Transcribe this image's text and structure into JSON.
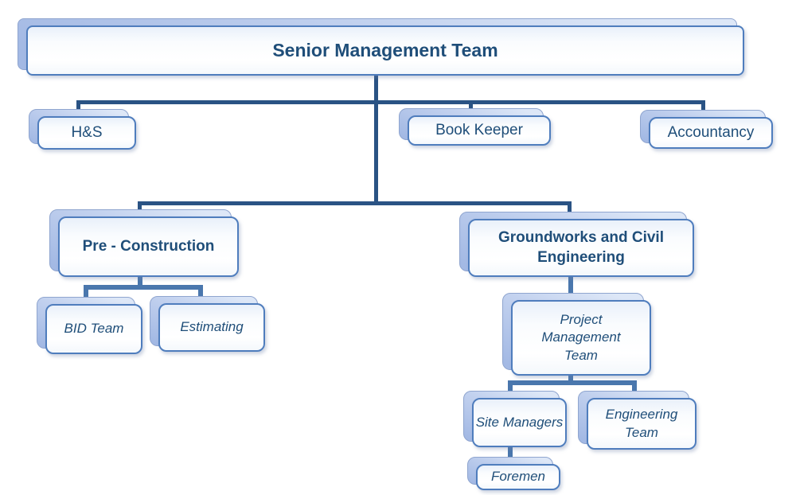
{
  "org_chart": {
    "type": "org-chart",
    "nodes": {
      "smt": {
        "label": "Senior Management Team",
        "parent": null
      },
      "hs": {
        "label": "H&S",
        "parent": "smt"
      },
      "book_keeper": {
        "label": "Book Keeper",
        "parent": "smt"
      },
      "accountancy": {
        "label": "Accountancy",
        "parent": "smt"
      },
      "pre_construction": {
        "label": "Pre - Construction",
        "parent": "smt"
      },
      "groundworks": {
        "label": "Groundworks and Civil Engineering",
        "parent": "smt"
      },
      "bid_team": {
        "label": "BID Team",
        "parent": "pre_construction"
      },
      "estimating": {
        "label": "Estimating",
        "parent": "pre_construction"
      },
      "project_management": {
        "label": "Project Management Team",
        "parent": "groundworks"
      },
      "site_managers": {
        "label": "Site Managers",
        "parent": "project_management"
      },
      "engineering_team": {
        "label": "Engineering Team",
        "parent": "project_management"
      },
      "foremen": {
        "label": "Foremen",
        "parent": "site_managers"
      }
    },
    "colors": {
      "node_text": "#1F4E79",
      "node_border": "#4F7DBD",
      "node_fill_top": "#E9F0FA",
      "shadow_plate_fill": "#A3B9E4",
      "connector_primary": "#2A5384",
      "connector_secondary": "#4A77AD",
      "background": "#FFFFFF"
    }
  }
}
